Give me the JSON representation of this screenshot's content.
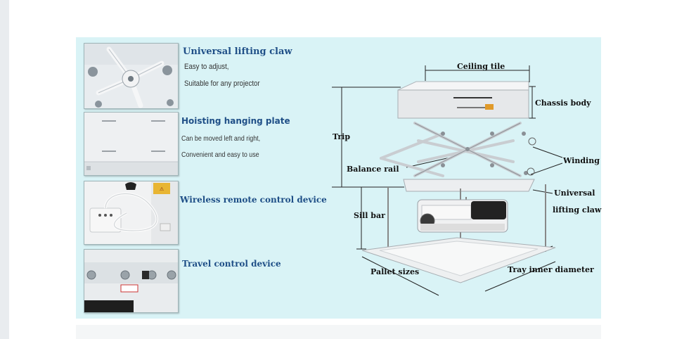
{
  "features": [
    {
      "title": "Universal lifting claw",
      "lines": [
        "Easy to adjust,",
        "Suitable for any projector"
      ]
    },
    {
      "title": "Hoisting hanging plate",
      "lines": [
        "Can be moved left and right,",
        "Convenient and easy to use"
      ]
    },
    {
      "title": "Wireless remote control device",
      "lines": []
    },
    {
      "title": "Travel control device",
      "lines": []
    }
  ],
  "diagram_labels": {
    "ceiling_tile": "Ceiling tile",
    "chassis_body": "Chassis body",
    "trip": "Trip",
    "winding": "Winding",
    "balance_rail": "Balance rail",
    "universal": "Universal",
    "lifting_claw": "lifting claw",
    "sill_bar": "Sill bar",
    "pallet_sizes": "Pallet sizes",
    "tray_inner_diameter": "Tray inner diameter"
  },
  "colors": {
    "panel_bg": "#d9f3f6",
    "title_blue": "#1f4f87"
  },
  "icons": [
    "lifting-claw-photo",
    "hanging-plate-photo",
    "remote-control-photo",
    "travel-control-photo",
    "projector-lift-illustration"
  ]
}
